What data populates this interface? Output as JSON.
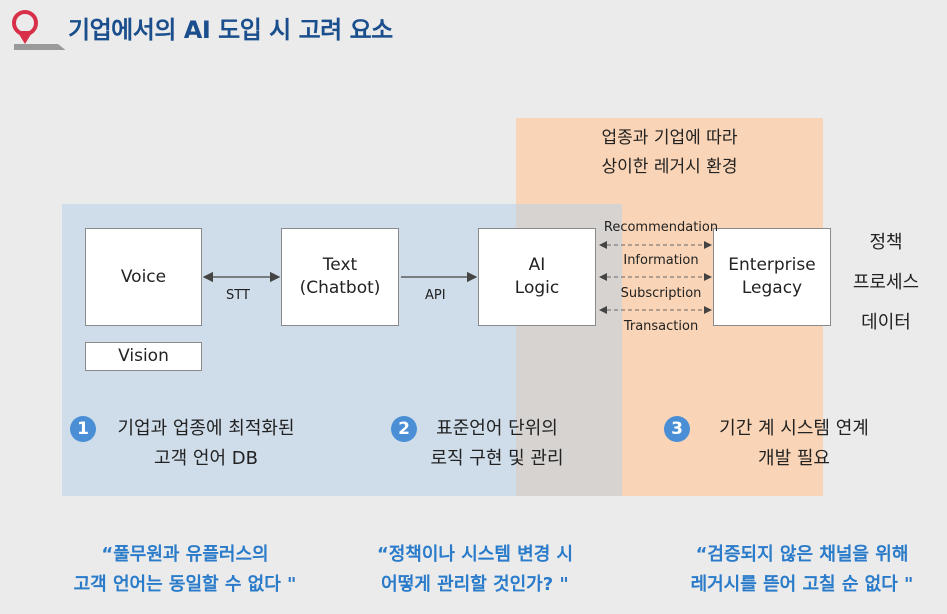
{
  "title": "기업에서의 AI 도입 시 고려 요소",
  "legacy_header": "업종과 기업에 따라\n상이한 레거시 환경",
  "boxes": {
    "voice": "Voice",
    "vision": "Vision",
    "text": "Text\n(Chatbot)",
    "ai_logic": "AI\nLogic",
    "enterprise": "Enterprise\nLegacy"
  },
  "connectors": {
    "stt": "STT",
    "api": "API"
  },
  "exchanges": [
    "Recommendation",
    "Information",
    "Subscription",
    "Transaction"
  ],
  "side_labels": [
    "정책",
    "프로세스",
    "데이터"
  ],
  "points": [
    {
      "num": "1",
      "text": "기업과 업종에 최적화된\n고객 언어 DB"
    },
    {
      "num": "2",
      "text": "표준언어 단위의\n로직 구현 및 관리"
    },
    {
      "num": "3",
      "text": "기간 계 시스템 연계\n개발 필요"
    }
  ],
  "quotes": [
    "“풀무원과 유플러스의\n고객 언어는 동일할 수 없다 \"",
    "“정책이나 시스템 변경 시\n어떻게 관리할 것인가? \"",
    "“검증되지 않은 채널을 위해\n레거시를 뜯어 고칠 순 없다 \""
  ],
  "colors": {
    "title": "#1a4e8c",
    "blue_region": "#cfdce9",
    "orange_region": "#f9d4b6",
    "number_badge": "#4a8fd6",
    "quote": "#2a7bc9",
    "pin": "#d9304a"
  }
}
